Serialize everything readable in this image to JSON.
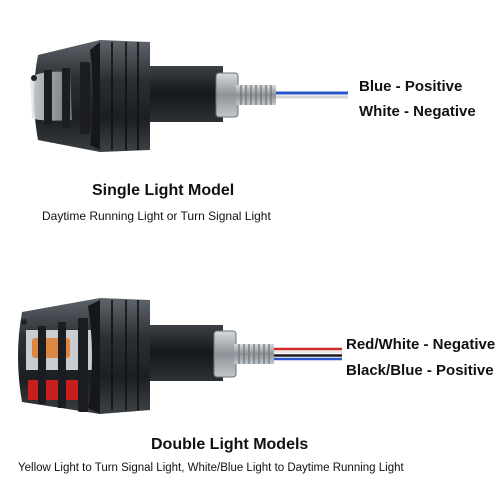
{
  "single": {
    "wire_labels": [
      "Blue - Positive",
      "White - Negative"
    ],
    "title": "Single Light Model",
    "subtitle": "Daytime Running Light or Turn Signal Light",
    "wire_colors": [
      "#2b56c8",
      "#d8d8d8"
    ]
  },
  "double": {
    "wire_labels": [
      "Red/White - Negative",
      "Black/Blue - Positive"
    ],
    "title": "Double Light Models",
    "subtitle": "Yellow Light to Turn Signal Light, White/Blue Light to Daytime Running Light",
    "wire_colors": [
      "#d42a2a",
      "#f2f2f2",
      "#1a1a1a",
      "#2b56c8"
    ]
  },
  "colors": {
    "metal_dark": "#2a2d30",
    "metal_mid": "#4a4f54",
    "metal_light": "#9aa0a6",
    "amber": "#e07a2a",
    "red_lens": "#c81e1e"
  }
}
